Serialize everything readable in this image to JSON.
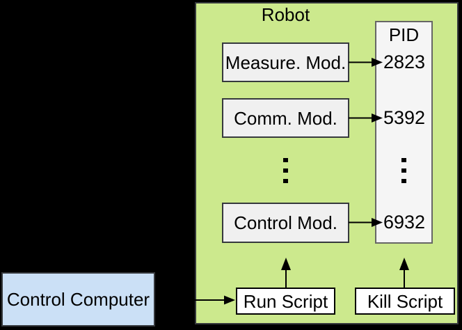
{
  "diagram": {
    "background_color": "#000000",
    "robot": {
      "title": "Robot",
      "fill": "#cce98d",
      "border_color": "#36393d"
    },
    "pid_column": {
      "header": "PID",
      "fill": "#f5f5f5",
      "border_color": "#666666"
    },
    "modules": [
      {
        "label": "Measure. Mod.",
        "pid": "2823"
      },
      {
        "label": "Comm. Mod.",
        "pid": "5392"
      },
      {
        "label": "Control Mod.",
        "pid": "6932"
      }
    ],
    "module_box_fill": "#f0f0f0",
    "scripts": {
      "run_label": "Run Script",
      "kill_label": "Kill Script",
      "fill": "#ffffff"
    },
    "computer": {
      "label": "Control Computer",
      "fill": "#cbe0f6"
    },
    "arrow_color": "#000000"
  }
}
